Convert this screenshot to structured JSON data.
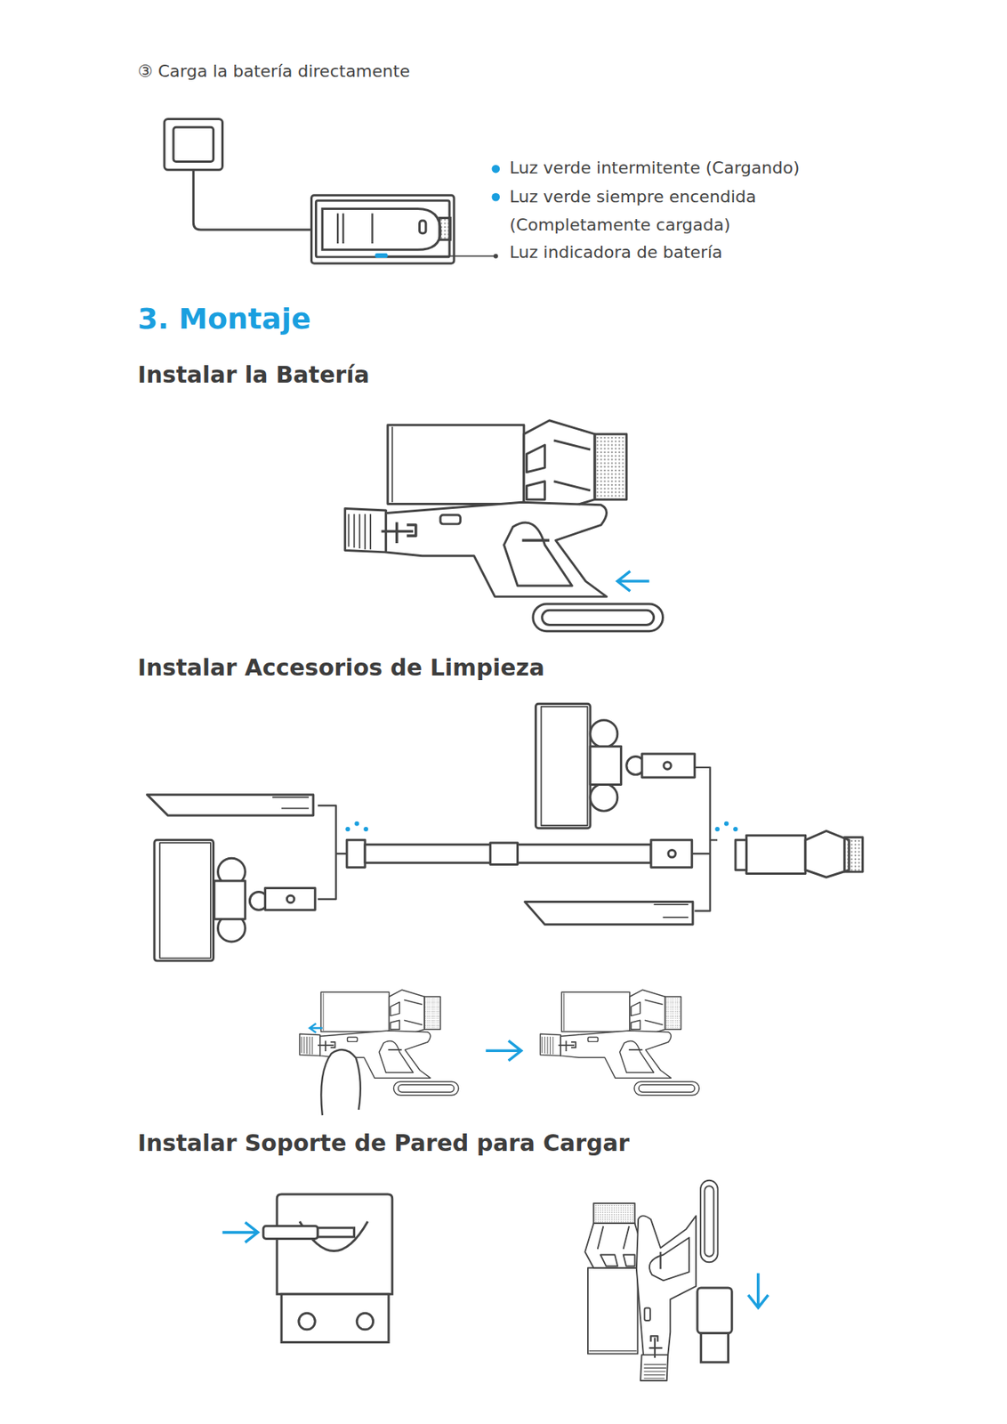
{
  "diagram": {
    "title": "3. Montaje",
    "labels": [
      "③ Carga la batería directamente",
      "Luz verde intermitente (Cargando)",
      "Luz verde siempre encendida (Completamente cargada)",
      "Luz indicadora de batería",
      "Instalar la Batería",
      "Instalar Accesorios de Limpieza",
      "Instalar Soporte de Pared para Cargar"
    ]
  }
}
